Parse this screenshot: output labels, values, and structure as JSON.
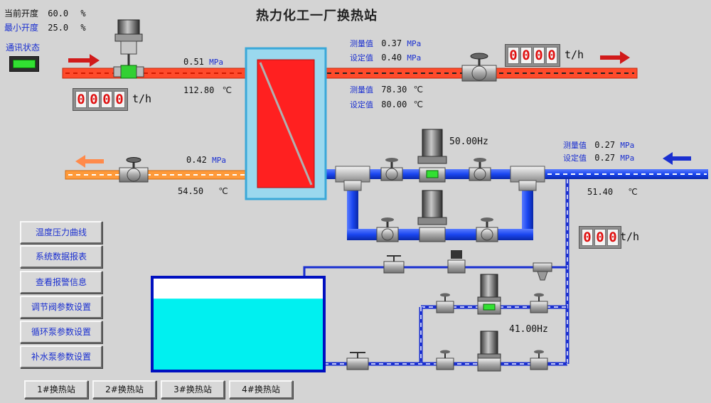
{
  "title": "热力化工一厂换热站",
  "valve_status": {
    "current_label": "当前开度",
    "current_value": "60.0",
    "current_unit": "%",
    "min_label": "最小开度",
    "min_value": "25.0",
    "min_unit": "%"
  },
  "comm_status": {
    "label": "通讯状态",
    "color": "#32e032"
  },
  "primary_supply": {
    "pressure": "0.51",
    "pressure_unit": "MPa",
    "temperature": "112.80",
    "temp_unit": "℃",
    "flow_digits": "0000",
    "flow_unit": "t/h"
  },
  "primary_return": {
    "pressure": "0.42",
    "pressure_unit": "MPa",
    "temperature": "54.50",
    "temp_unit": "℃"
  },
  "secondary_supply": {
    "pressure_measured_label": "测量值",
    "pressure_measured": "0.37",
    "pressure_unit": "MPa",
    "pressure_set_label": "设定值",
    "pressure_set": "0.40",
    "temp_measured_label": "测量值",
    "temp_measured": "78.30",
    "temp_unit": "℃",
    "temp_set_label": "设定值",
    "temp_set": "80.00",
    "flow_digits": "0000",
    "flow_unit": "t/h"
  },
  "secondary_return": {
    "pressure_measured_label": "测量值",
    "pressure_measured": "0.27",
    "pressure_unit": "MPa",
    "pressure_set_label": "设定值",
    "pressure_set": "0.27",
    "temperature": "51.40",
    "temp_unit": "℃"
  },
  "circulation_pump": {
    "frequency": "50.00",
    "unit": "Hz"
  },
  "makeup_pump": {
    "frequency": "41.00",
    "unit": "Hz",
    "flow_digits": "000",
    "flow_unit": "t/h"
  },
  "tank": {
    "level_fraction": 0.78
  },
  "side_buttons": [
    "温度压力曲线",
    "系统数据报表",
    "查看报警信息",
    "调节阀参数设置",
    "循环泵参数设置",
    "补水泵参数设置"
  ],
  "station_buttons": [
    "1#换热站",
    "2#换热站",
    "3#换热站",
    "4#换热站"
  ],
  "colors": {
    "hot_pipe": "#ff4a2a",
    "warm_pipe": "#ff9a3a",
    "cold_pipe": "#1846f0",
    "exchanger": "#ff2020",
    "tank_water": "#00f0f0",
    "flow_arrow_hot": "#d11a1a",
    "flow_arrow_cold": "#1a2fd0"
  }
}
